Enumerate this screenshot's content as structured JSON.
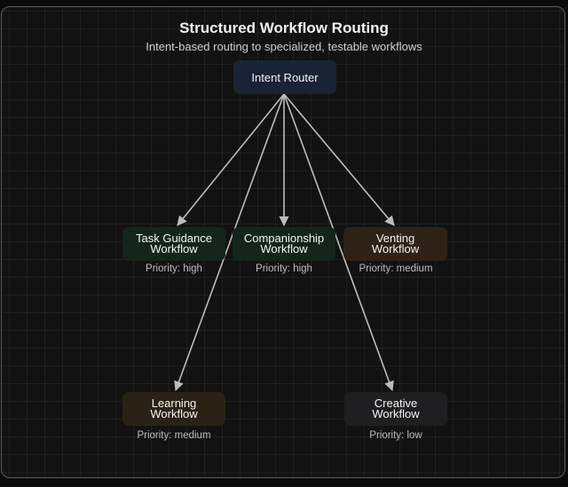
{
  "header": {
    "title": "Structured Workflow Routing",
    "subtitle": "Intent-based routing to specialized, testable workflows"
  },
  "router": {
    "label": "Intent Router"
  },
  "workflows": [
    {
      "line1": "Task Guidance",
      "line2": "Workflow",
      "priority": "Priority: high"
    },
    {
      "line1": "Companionship",
      "line2": "Workflow",
      "priority": "Priority: high"
    },
    {
      "line1": "Venting",
      "line2": "Workflow",
      "priority": "Priority: medium"
    },
    {
      "line1": "Learning",
      "line2": "Workflow",
      "priority": "Priority: medium"
    },
    {
      "line1": "Creative",
      "line2": "Workflow",
      "priority": "Priority: low"
    }
  ],
  "colors": {
    "router": "#1a2236",
    "high": "#14261c",
    "medium": "#2e2216",
    "low": "#1f1f22",
    "edge": "#bcbcbc"
  }
}
